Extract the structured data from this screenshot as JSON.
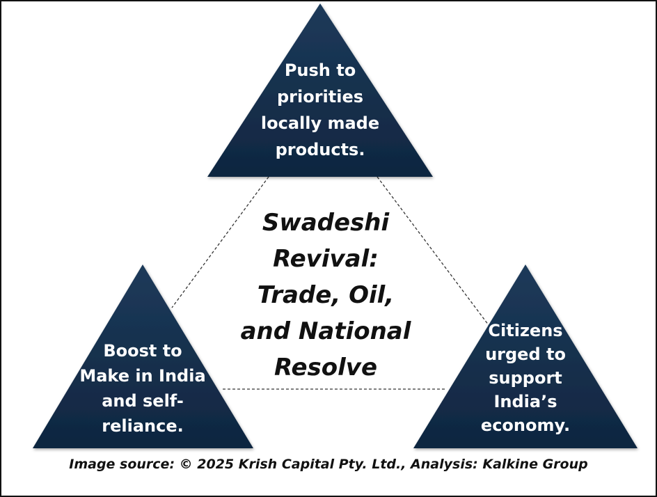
{
  "title_lines": [
    "Swadeshi",
    "Revival:",
    "Trade, Oil,",
    "and National",
    "Resolve"
  ],
  "top": {
    "lines": [
      "Push to",
      "priorities",
      "locally made",
      "products."
    ]
  },
  "left": {
    "lines": [
      "Boost to",
      "Make in India",
      "and self-",
      "reliance."
    ]
  },
  "right": {
    "lines": [
      "Citizens",
      "urged to",
      "support",
      "India’s",
      "economy."
    ]
  },
  "source": "Image source: © 2025 Krish Capital Pty. Ltd., Analysis: Kalkine Group",
  "colors": {
    "triangle": "#132c47",
    "text": "#ffffff"
  }
}
